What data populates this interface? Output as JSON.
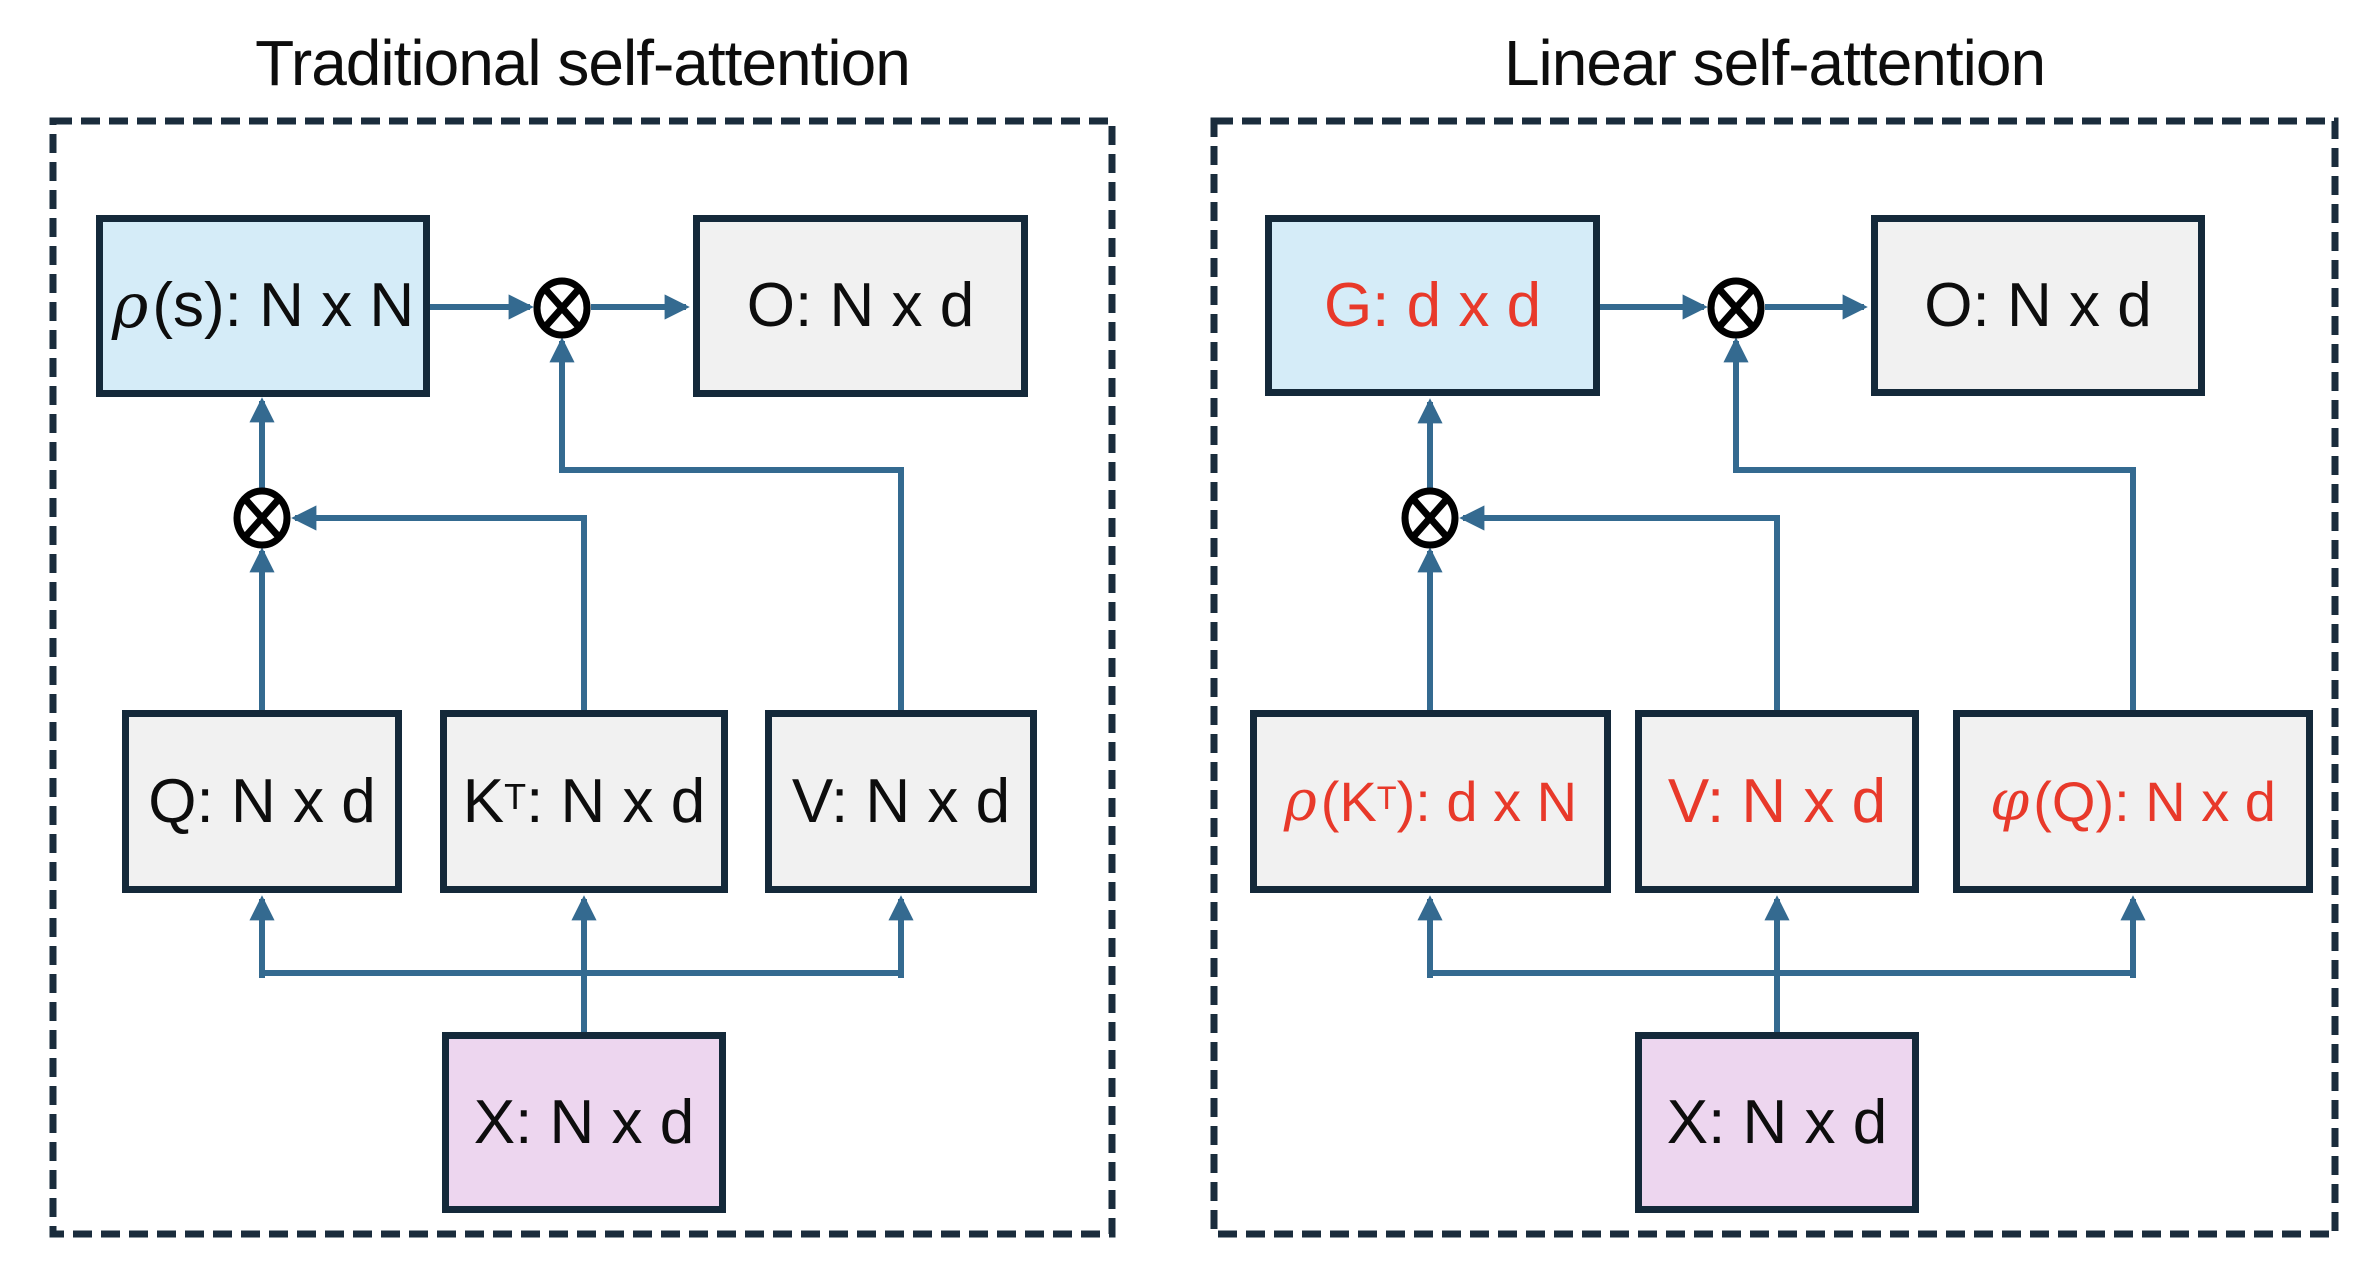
{
  "figure": {
    "kind": "self-attention comparison diagram",
    "operator_icon": "⊗"
  },
  "colors": {
    "background": "#ffffff",
    "box_border": "#14293a",
    "dashed_border": "#1a2c3c",
    "blue_fill": "#d5ecf8",
    "gray_fill": "#f1f1f1",
    "pink_fill": "#edd6ef",
    "arrow": "#346a90",
    "red_text": "#e8392a",
    "black_text": "#0d0d0d"
  },
  "left": {
    "title": "Traditional self-attention",
    "boxes": {
      "attn": {
        "greek": "ρ",
        "pre": "(s): N x N"
      },
      "out": {
        "pre": "O: N x d"
      },
      "q": {
        "pre": "Q: N x d"
      },
      "k": {
        "pre": "K",
        "sup": "T",
        "post": ": N x d"
      },
      "v": {
        "pre": "V: N x d"
      },
      "x": {
        "pre": "X: N x d"
      }
    }
  },
  "right": {
    "title": "Linear self-attention",
    "boxes": {
      "gram": {
        "pre": "G: d x d"
      },
      "out": {
        "pre": "O: N x d"
      },
      "k": {
        "greek": "ρ",
        "pre": "(K",
        "sup": "T",
        "post": "): d x N"
      },
      "v": {
        "pre": "V: N x d"
      },
      "q": {
        "greek": "φ",
        "pre": "(Q): N x d"
      },
      "x": {
        "pre": "X: N x d"
      }
    }
  }
}
